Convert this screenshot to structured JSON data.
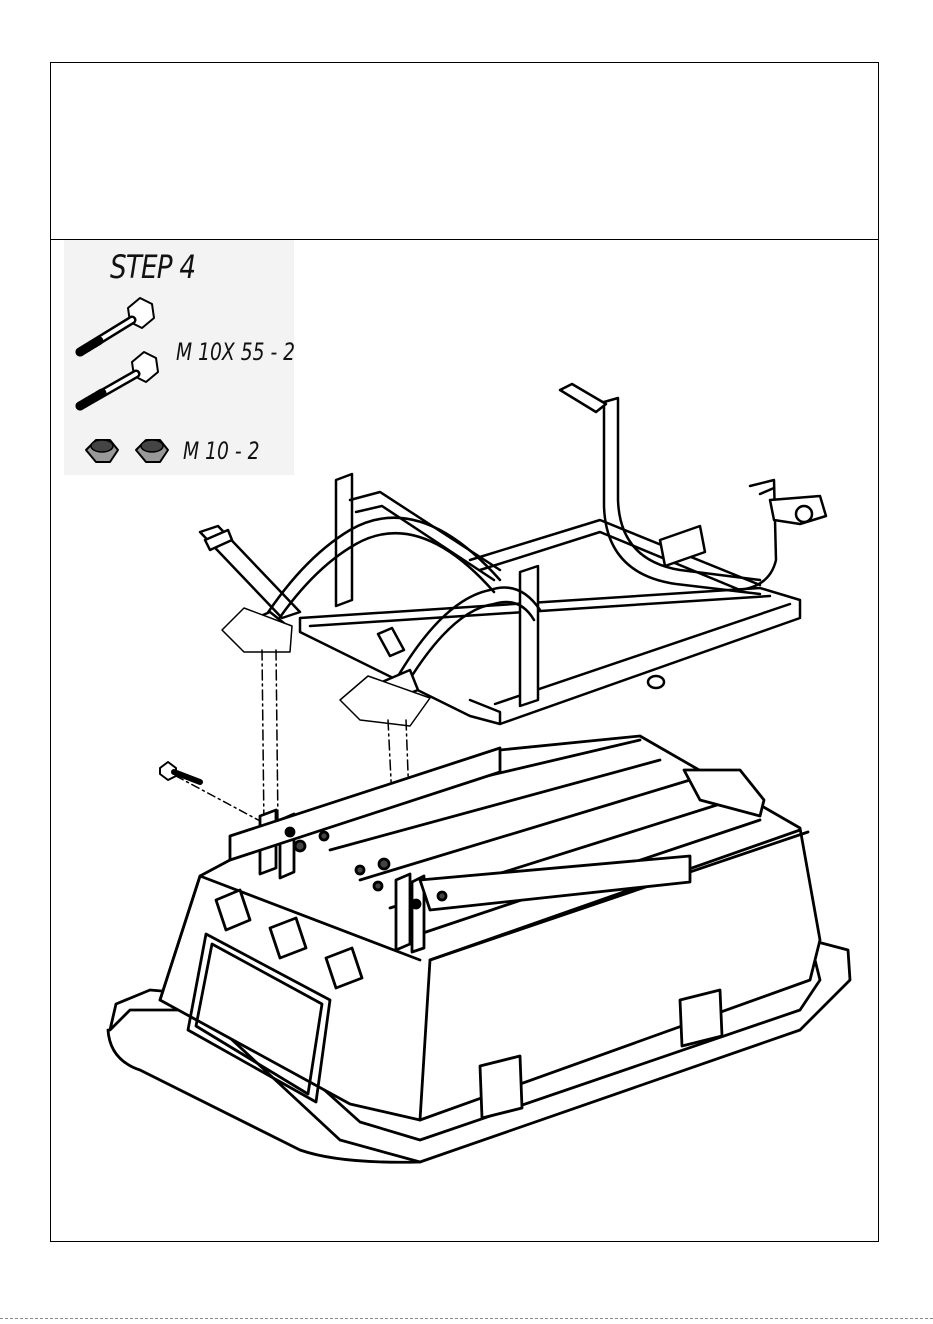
{
  "step": {
    "title": "STEP 4"
  },
  "parts": {
    "bolt": {
      "label": "M 10X 55 - 2",
      "icon": "hex-bolt-icon"
    },
    "nut": {
      "label": "M 10 - 2",
      "icon": "lock-nut-icon"
    }
  },
  "colors": {
    "line": "#000000",
    "panel": "#f3f3f3"
  }
}
